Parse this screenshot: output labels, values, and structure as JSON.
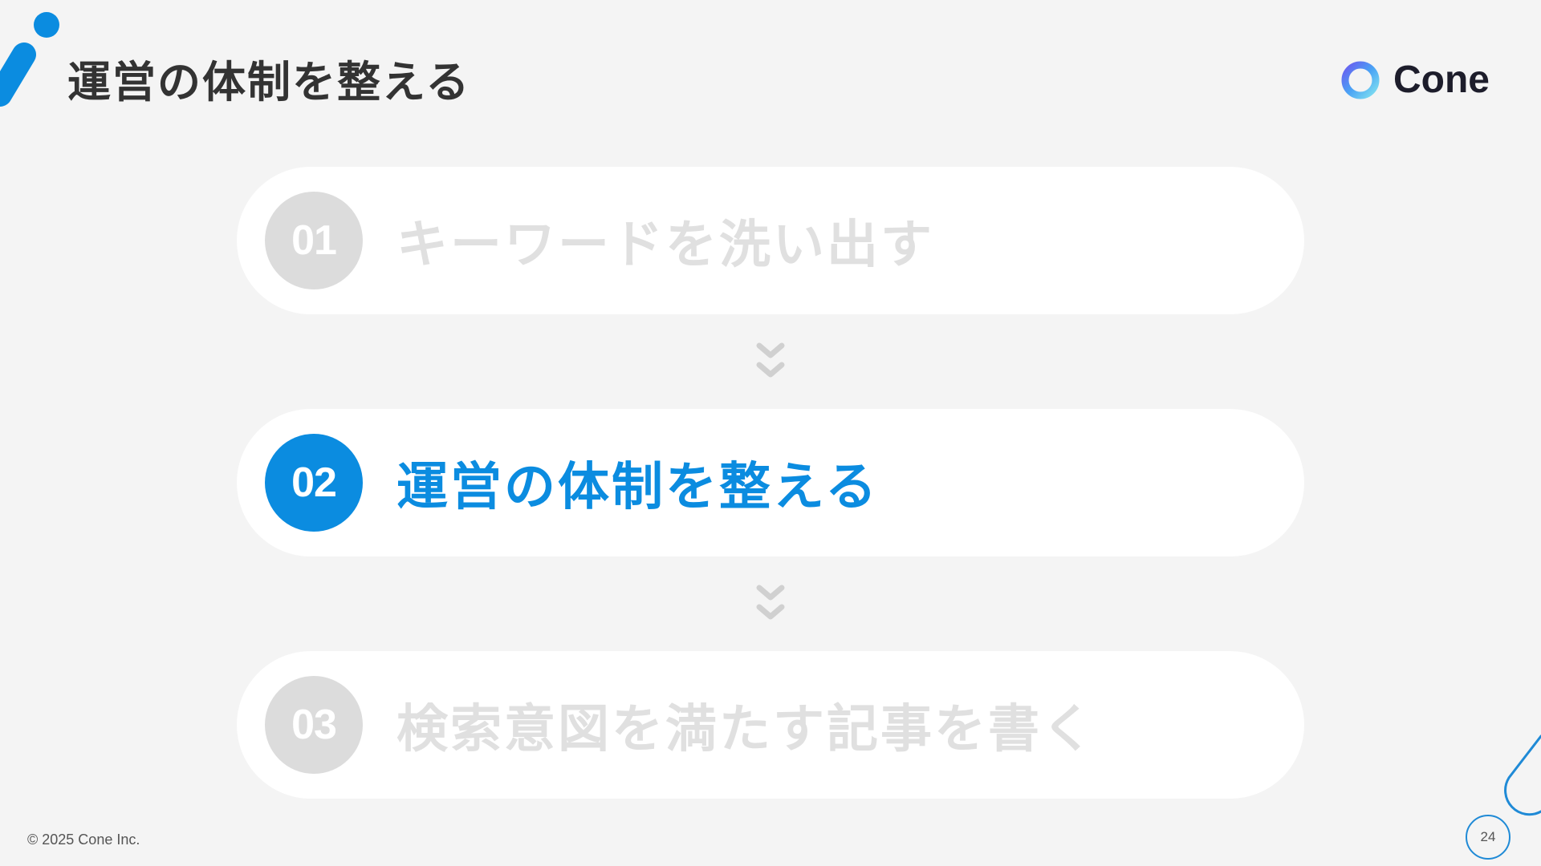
{
  "header": {
    "title": "運営の体制を整える",
    "brand_name": "Cone"
  },
  "steps": [
    {
      "number": "01",
      "label": "キーワードを洗い出す",
      "active": false
    },
    {
      "number": "02",
      "label": "運営の体制を整える",
      "active": true
    },
    {
      "number": "03",
      "label": "検索意図を満たす記事を書く",
      "active": false
    }
  ],
  "footer": {
    "copyright": "© 2025 Cone Inc.",
    "page_number": "24"
  },
  "colors": {
    "accent": "#0b8ce0",
    "inactive": "#dcdcdc",
    "background": "#f4f4f4"
  },
  "icons": [
    "cone-logo-icon",
    "chevron-double-down-icon"
  ]
}
